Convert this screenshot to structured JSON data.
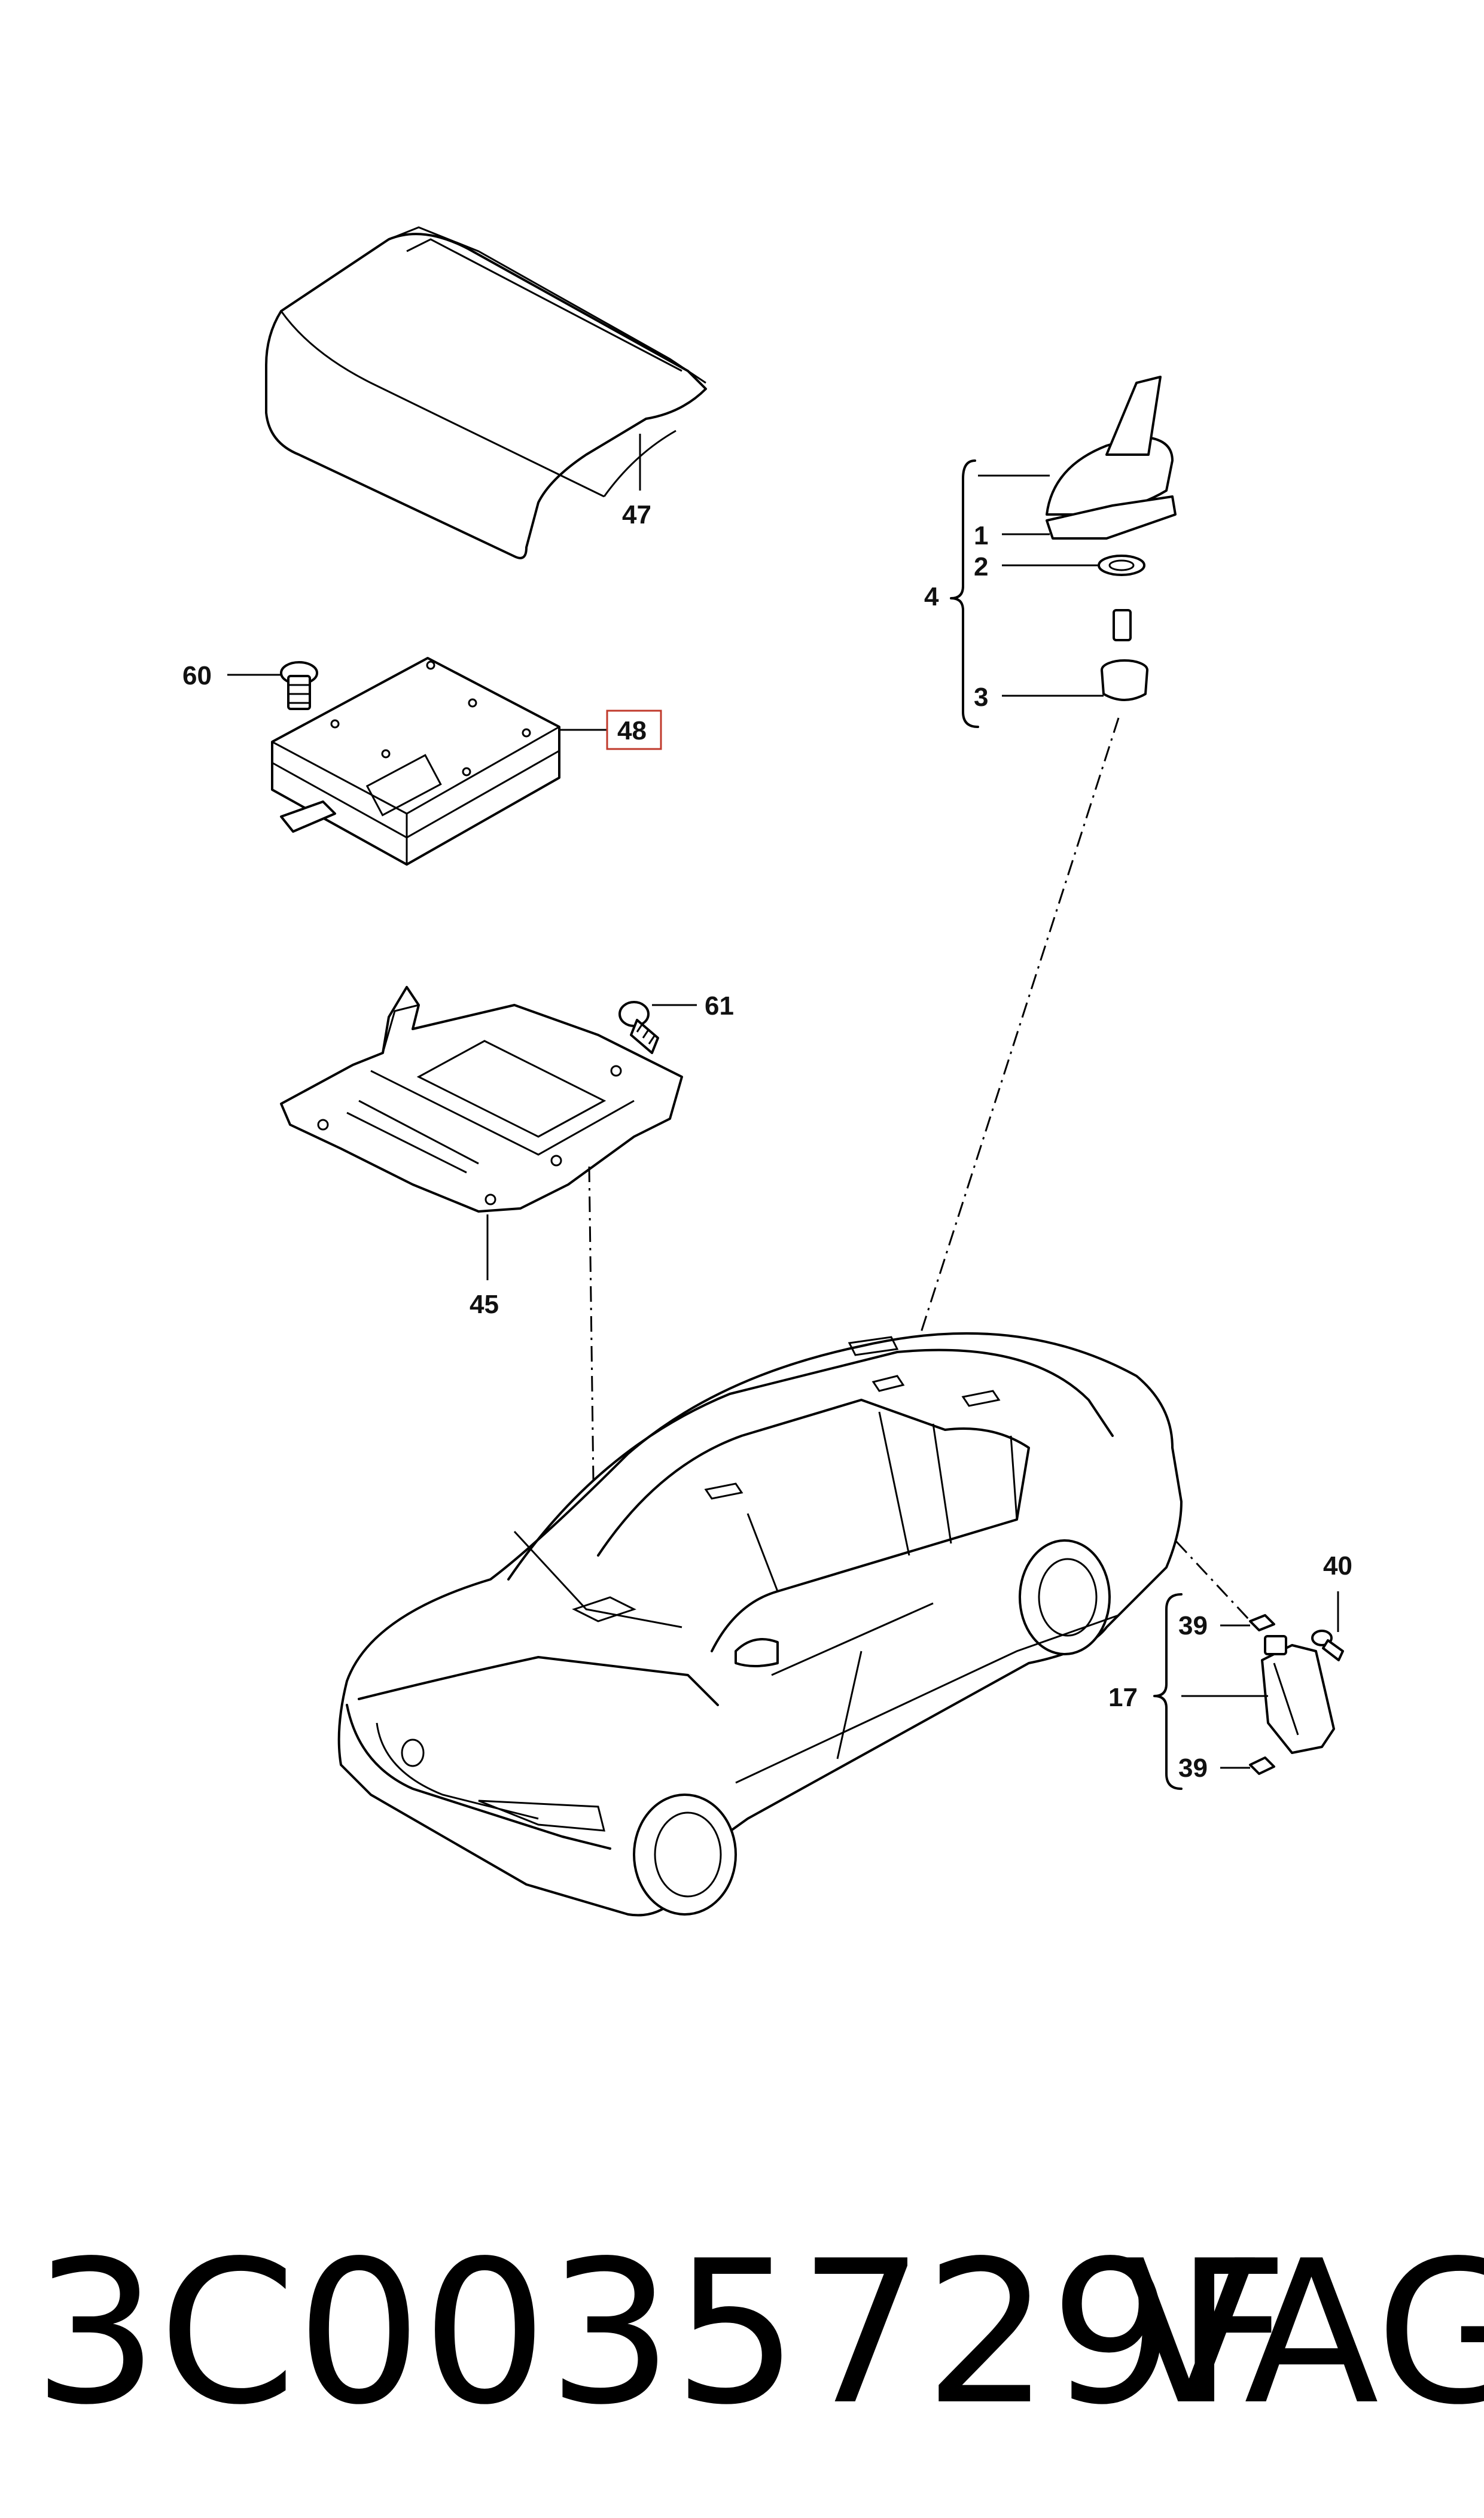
{
  "parts": {
    "armrest_47": "47",
    "control_unit_48": "48",
    "bolt_60": "60",
    "bolt_61": "61",
    "bracket_45": "45",
    "antenna_assembly_4": "4",
    "antenna_base_1": "1",
    "washer_2": "2",
    "grommet_3": "3",
    "module_17": "17",
    "clip_39_top": "39",
    "clip_39_bottom": "39",
    "screw_40": "40"
  },
  "highlight_color": "#c0392b",
  "caption": {
    "part_number": "3C0035729F",
    "brand": "VAG"
  }
}
